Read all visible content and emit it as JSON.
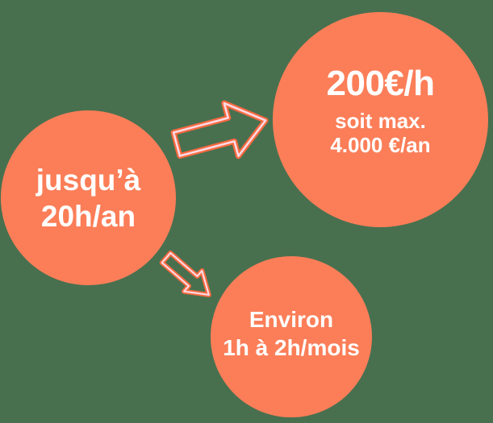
{
  "palette": {
    "background": "#48704F",
    "circle-fill": "#FB7E58",
    "arrow-outline": "#F8693F",
    "arrow-core": "#FBD9E2",
    "text": "#FFFFFF"
  },
  "icons": {
    "arrow_main": "arrow-up-right-icon",
    "arrow_secondary": "arrow-down-right-icon"
  },
  "circles": {
    "left": {
      "lines": [
        "jusqu’à",
        "20h/an"
      ]
    },
    "top_right": {
      "headline": "200€/h",
      "subline1": "soit max.",
      "subline2": "4.000 €/an"
    },
    "bottom_right": {
      "lines": [
        "Environ",
        "1h à 2h/mois"
      ]
    }
  }
}
